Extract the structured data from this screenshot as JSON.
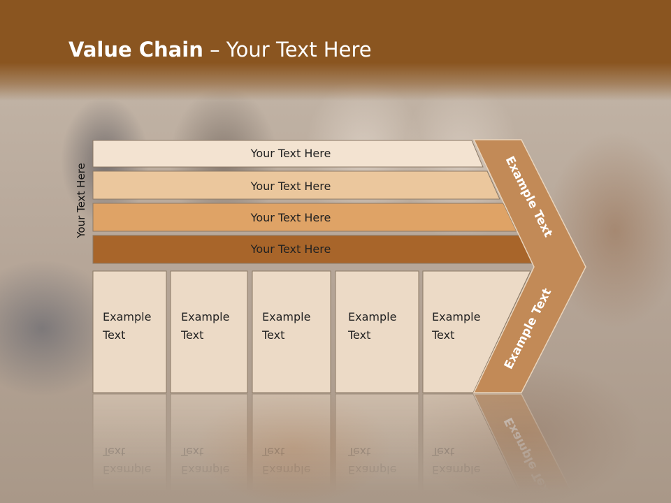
{
  "slide": {
    "title_bold": "Value Chain",
    "title_rest": " – Your Text Here",
    "side_label": "Your Text Here"
  },
  "bars": [
    {
      "label": "Your Text Here",
      "color": "#f3e3d1"
    },
    {
      "label": "Your Text Here",
      "color": "#ebc79d"
    },
    {
      "label": "Your Text Here",
      "color": "#dfa366"
    },
    {
      "label": "Your Text Here",
      "color": "#a8652a"
    }
  ],
  "columns": [
    {
      "line1": "Example",
      "line2": "Text"
    },
    {
      "line1": "Example",
      "line2": "Text"
    },
    {
      "line1": "Example",
      "line2": "Text"
    },
    {
      "line1": "Example",
      "line2": "Text"
    },
    {
      "line1": "Example",
      "line2": "Text"
    }
  ],
  "chevron": {
    "upper_label": "Example Text",
    "lower_label": "Example Text",
    "color": "#c28a57"
  },
  "colors": {
    "header": "#8a5520",
    "column_fill": "#ecdac6",
    "border": "#8c7a66"
  }
}
